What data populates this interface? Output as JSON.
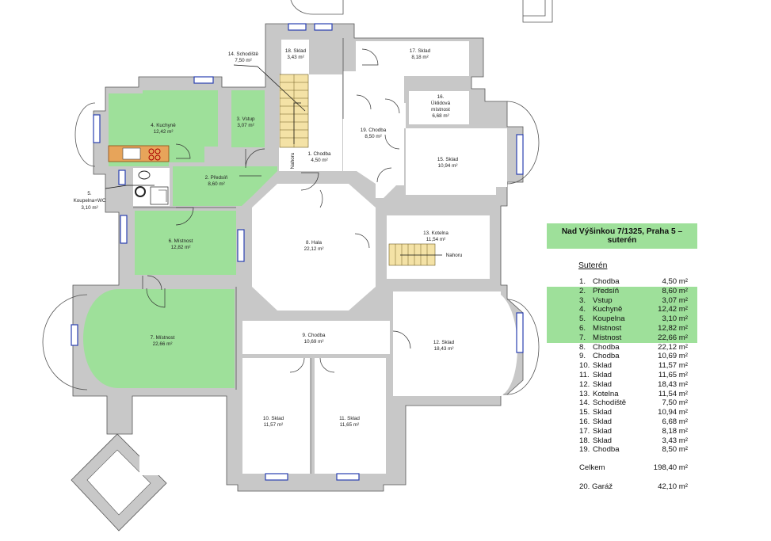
{
  "plan_labels": {
    "r1_name": "1. Chodba",
    "r1_area": "4,50 m²",
    "r2_name": "2. Předsíň",
    "r2_area": "8,60 m²",
    "r3_name": "3. Vstup",
    "r3_area": "3,07 m²",
    "r4_name": "4. Kuchyně",
    "r4_area": "12,42 m²",
    "r5_name1": "5.",
    "r5_name2": "Koupelna+WC",
    "r5_area": "3,10 m²",
    "r6_name": "6. Místnost",
    "r6_area": "12,82 m²",
    "r7_name": "7. Místnost",
    "r7_area": "22,66 m²",
    "r8_name": "8. Hala",
    "r8_area": "22,12 m²",
    "r9_name": "9. Chodba",
    "r9_area": "10,69 m²",
    "r10_name": "10. Sklad",
    "r10_area": "11,57 m²",
    "r11_name": "11. Sklad",
    "r11_area": "11,65 m²",
    "r12_name": "12. Sklad",
    "r12_area": "18,43 m²",
    "r13_name": "13. Kotelna",
    "r13_area": "11,54 m²",
    "r14_name": "14. Schodiště",
    "r14_area": "7,50 m²",
    "r15_name": "15. Sklad",
    "r15_area": "10,94 m²",
    "r16_name1": "16.",
    "r16_name2": "Úklidová",
    "r16_name3": "místnost",
    "r16_area": "6,68 m²",
    "r17_name": "17. Sklad",
    "r17_area": "8,18 m²",
    "r18_name": "18. Sklad",
    "r18_area": "3,43 m²",
    "r19_name": "19. Chodba",
    "r19_area": "8,50 m²",
    "nahoru_stair1": "Nahoru",
    "nahoru_stair2": "Nahoru"
  },
  "legend": {
    "title": "Nad Výšinkou 7/1325, Praha 5 – suterén",
    "subtitle": "Suterén",
    "rows": [
      {
        "no": "1.",
        "name": "Chodba",
        "area": "4,50 m²",
        "highlight": false
      },
      {
        "no": "2.",
        "name": "Předsíň",
        "area": "8,60 m²",
        "highlight": true
      },
      {
        "no": "3.",
        "name": "Vstup",
        "area": "3,07 m²",
        "highlight": true
      },
      {
        "no": "4.",
        "name": "Kuchyně",
        "area": "12,42 m²",
        "highlight": true
      },
      {
        "no": "5.",
        "name": "Koupelna",
        "area": "3,10 m²",
        "highlight": true
      },
      {
        "no": "6.",
        "name": "Místnost",
        "area": "12,82 m²",
        "highlight": true
      },
      {
        "no": "7.",
        "name": "Místnost",
        "area": "22,66 m²",
        "highlight": true
      },
      {
        "no": "8.",
        "name": "Chodba",
        "area": "22,12 m²",
        "highlight": false
      },
      {
        "no": "9.",
        "name": "Chodba",
        "area": "10,69 m²",
        "highlight": false
      },
      {
        "no": "10.",
        "name": "Sklad",
        "area": "11,57 m²",
        "highlight": false
      },
      {
        "no": "11.",
        "name": "Sklad",
        "area": "11,65 m²",
        "highlight": false
      },
      {
        "no": "12.",
        "name": "Sklad",
        "area": "18,43 m²",
        "highlight": false
      },
      {
        "no": "13.",
        "name": "Kotelna",
        "area": "11,54 m²",
        "highlight": false
      },
      {
        "no": "14.",
        "name": "Schodiště",
        "area": "7,50 m²",
        "highlight": false
      },
      {
        "no": "15.",
        "name": "Sklad",
        "area": "10,94 m²",
        "highlight": false
      },
      {
        "no": "16.",
        "name": "Sklad",
        "area": "6,68 m²",
        "highlight": false
      },
      {
        "no": "17.",
        "name": "Sklad",
        "area": "8,18 m²",
        "highlight": false
      },
      {
        "no": "18.",
        "name": "Sklad",
        "area": "3,43 m²",
        "highlight": false
      },
      {
        "no": "19.",
        "name": "Chodba",
        "area": "8,50 m²",
        "highlight": false
      }
    ],
    "total_label": "Celkem",
    "total_value": "198,40 m²",
    "garage_label": "20. Garáž",
    "garage_value": "42,10 m²"
  },
  "colors": {
    "highlight": "#9ee09a",
    "wall": "#c8c8c8",
    "window": "#2a3fb0",
    "stair": "#f4e2a6"
  }
}
